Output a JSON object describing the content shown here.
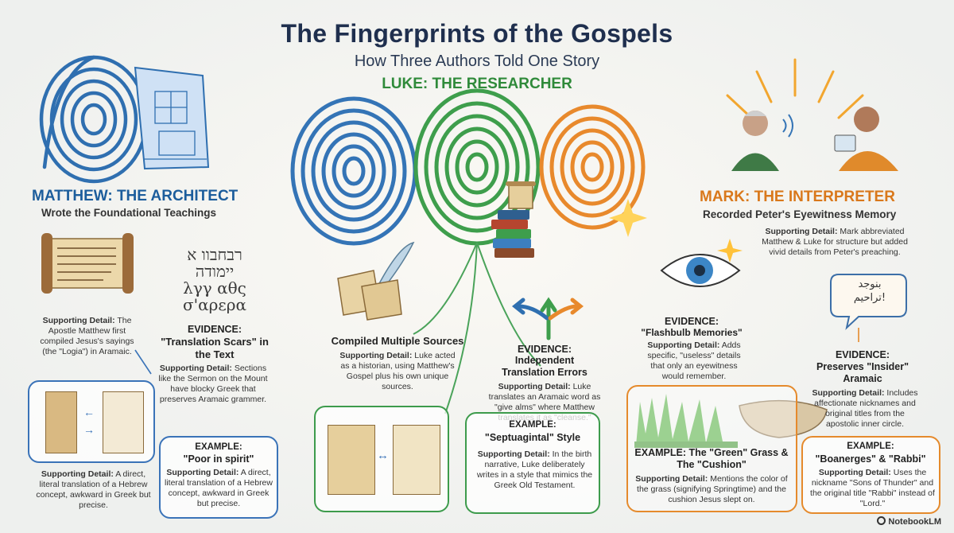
{
  "title": "The Fingerprints of the Gospels",
  "subtitle": "How Three Authors Told One Story",
  "luke": {
    "heading": "LUKE: THE RESEARCHER",
    "label": "Compiled Multiple Sources",
    "detail_label": "Supporting Detail:",
    "detail_text": "Luke acted as a historian, using Matthew's Gospel plus his own unique sources.",
    "evidence": {
      "label": "EVIDENCE:",
      "title": "Independent Translation Errors",
      "detail_label": "Supporting Detail:",
      "detail_text": "Luke translates an Aramaic word as \"give alms\" where Matthew translates it as \"cleanse.\""
    },
    "example": {
      "label": "EXAMPLE:",
      "title": "\"Septuagintal\" Style",
      "detail_label": "Supporting Detail:",
      "detail_text": "In the birth narrative, Luke deliberately writes in a style that mimics the Greek Old Testament."
    }
  },
  "matthew": {
    "heading": "MATTHEW: THE ARCHITECT",
    "subheading": "Wrote the Foundational Teachings",
    "detail_label": "Supporting Detail:",
    "detail_text": "The Apostle Matthew first compiled Jesus's sayings (the \"Logia\") in Aramaic.",
    "evidence": {
      "label": "EVIDENCE:",
      "title": "\"Translation Scars\" in the Text",
      "detail_label": "Supporting Detail:",
      "detail_text": "Sections like the Sermon on the Mount have blocky Greek that preserves Aramaic grammer."
    },
    "example": {
      "label": "EXAMPLE:",
      "title": "\"Poor in spirit\"",
      "detail_label": "Supporting Detail:",
      "detail_text": "A direct, literal translation of a Hebrew concept, awkward in Greek but precise."
    },
    "box_detail_label": "Supporting Detail:",
    "box_detail_text": "A direct, literal translation of a Hebrew concept, awkward in Greek but precise.",
    "scroll_text": [
      "רבחבוו א",
      "יימודה",
      "λγγ αθς",
      "σ'αρερα"
    ]
  },
  "mark": {
    "heading": "MARK: THE INTERPRETER",
    "subheading": "Recorded Peter's Eyewitness Memory",
    "detail_label": "Supporting Detail:",
    "detail_text": "Mark abbreviated Matthew & Luke for structure but added vivid details from Peter's preaching.",
    "evidence1": {
      "label": "EVIDENCE:",
      "title": "\"Flashbulb Memories\"",
      "detail_label": "Supporting Detail:",
      "detail_text": "Adds specific, \"useless\" details that only an eyewitness would remember."
    },
    "evidence2": {
      "label": "EVIDENCE:",
      "title": "Preserves \"Insider\" Aramaic",
      "detail_label": "Supporting Detail:",
      "detail_text": "Includes affectionate nicknames and original titles from the apostolic inner circle.",
      "bubble_text": [
        "بنوجد",
        "تراحيم!"
      ]
    },
    "example1": {
      "label": "EXAMPLE:",
      "title": "The \"Green\" Grass & The \"Cushion\"",
      "detail_label": "Supporting Detail:",
      "detail_text": "Mentions the color of the grass (signifying Springtime) and the cushion Jesus slept on."
    },
    "example2": {
      "label": "EXAMPLE:",
      "title": "\"Boanerges\" & \"Rabbi\"",
      "detail_label": "Supporting Detail:",
      "detail_text": "Uses the nickname \"Sons of Thunder\" and the original title \"Rabbi\" instead of \"Lord.\""
    }
  },
  "footer": "NotebookLM",
  "colors": {
    "matthew": "#1c5d9c",
    "luke": "#2f8a3a",
    "mark": "#d9781b",
    "title": "#1f2f4e"
  }
}
